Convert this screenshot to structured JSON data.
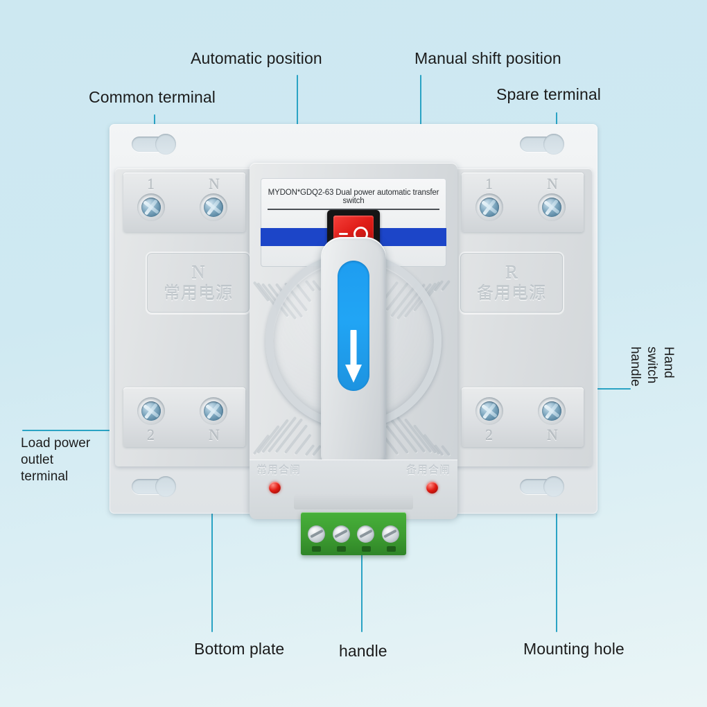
{
  "figure": {
    "subject": "Dual power automatic transfer switch product diagram with callout labels",
    "background_color": "#cde8f1",
    "callout_line_color": "#2aa3c4"
  },
  "callouts": {
    "common_terminal": "Common terminal",
    "automatic_position": "Automatic position",
    "manual_shift_position": "Manual shift position",
    "spare_terminal": "Spare terminal",
    "hand_switch_handle": "Hand switch\nhandle",
    "load_power_outlet_terminal": "Load power\noutlet\nterminal",
    "bottom_plate": "Bottom plate",
    "handle": "handle",
    "mounting_hole": "Mounting hole"
  },
  "device": {
    "faceplate_title": "MYDON*GDQ2-63 Dual power automatic transfer switch",
    "rocker_switch": {
      "dash_symbol": "—",
      "circle_symbol": "O",
      "color": "#e01d18"
    },
    "stripe_color": "#1c45c8",
    "left_module": {
      "top_terminals": [
        "1",
        "N"
      ],
      "bottom_terminals": [
        "2",
        "N"
      ],
      "emboss_letter": "N",
      "emboss_cn": "常用电源"
    },
    "right_module": {
      "top_terminals": [
        "1",
        "N"
      ],
      "bottom_terminals": [
        "2",
        "N"
      ],
      "emboss_letter": "R",
      "emboss_cn": "备用电源"
    },
    "indicators": {
      "left_label_cn": "常用合闸",
      "right_label_cn": "备用合闸",
      "led_color": "#e11b12"
    },
    "terminal_block": {
      "color": "#3d9c31",
      "positions": 4
    },
    "handle_arrow_color": "#21a5f5"
  }
}
